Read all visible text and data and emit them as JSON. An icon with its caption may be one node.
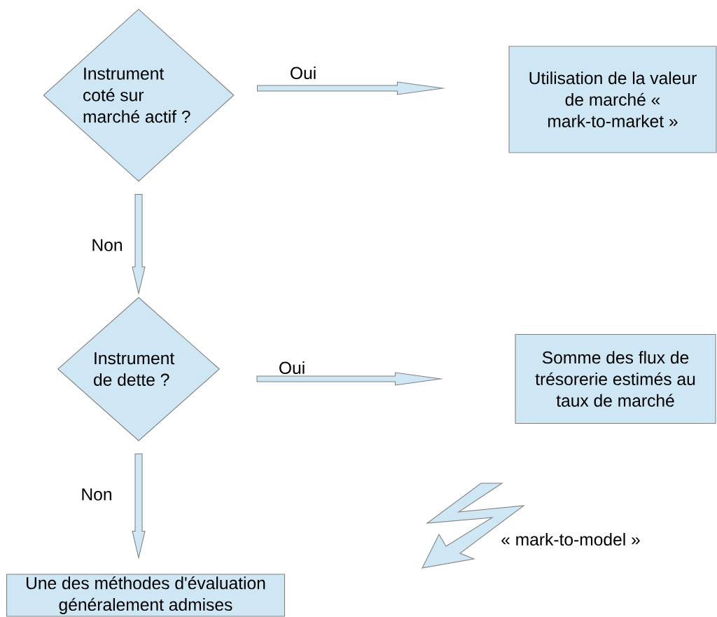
{
  "diagram": {
    "nodes": [
      {
        "text": [
          "Instrument coté sur marché actif ?"
        ]
      },
      {
        "text": [
          "Utilisation de la valeur de marché « mark-to-market »"
        ]
      },
      {
        "text": [
          "Instrument de dette ?"
        ]
      },
      {
        "text": [
          "Somme des flux de trésorerie estimés au taux de marché"
        ]
      },
      {
        "text": [
          "Une des méthodes d'évaluation généralement admises"
        ]
      }
    ],
    "edges": [
      {
        "from": 0,
        "to": 1,
        "arrow": "to",
        "label": "Oui"
      },
      {
        "from": 0,
        "to": 2,
        "arrow": "to",
        "label": "Non"
      },
      {
        "from": 2,
        "to": 3,
        "arrow": "to",
        "label": "Oui"
      },
      {
        "from": 2,
        "to": 4,
        "arrow": "to",
        "label": "Non"
      }
    ],
    "labels": [
      "« mark-to-model »"
    ]
  }
}
